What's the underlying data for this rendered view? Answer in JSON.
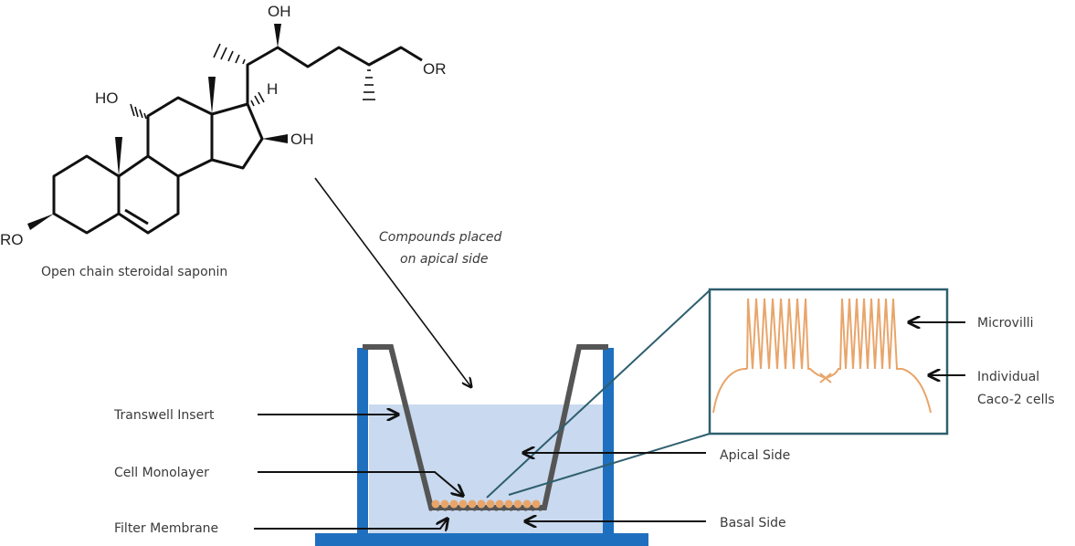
{
  "molecule": {
    "caption": "Open chain steroidal saponin",
    "atoms": {
      "oh_top": "OH",
      "or_right": "OR",
      "h": "H",
      "ho_left": "HO",
      "oh_ring": "OH",
      "ro_left": "RO"
    }
  },
  "annotation": {
    "line1": "Compounds placed",
    "line2": "on apical side"
  },
  "labels": {
    "transwell_insert": "Transwell Insert",
    "cell_monolayer": "Cell Monolayer",
    "filter_membrane": "Filter Membrane",
    "apical_side": "Apical Side",
    "basal_side": "Basal Side",
    "microvilli": "Microvilli",
    "individual_cells_line1": "Individual",
    "individual_cells_line2": "Caco-2 cells"
  },
  "colors": {
    "well": "#1f6fbf",
    "insert": "#555555",
    "medium": "#c9d9ef",
    "cells": "#e8a56a",
    "inset_frame": "#2e5f6e",
    "arrow": "#111111"
  }
}
